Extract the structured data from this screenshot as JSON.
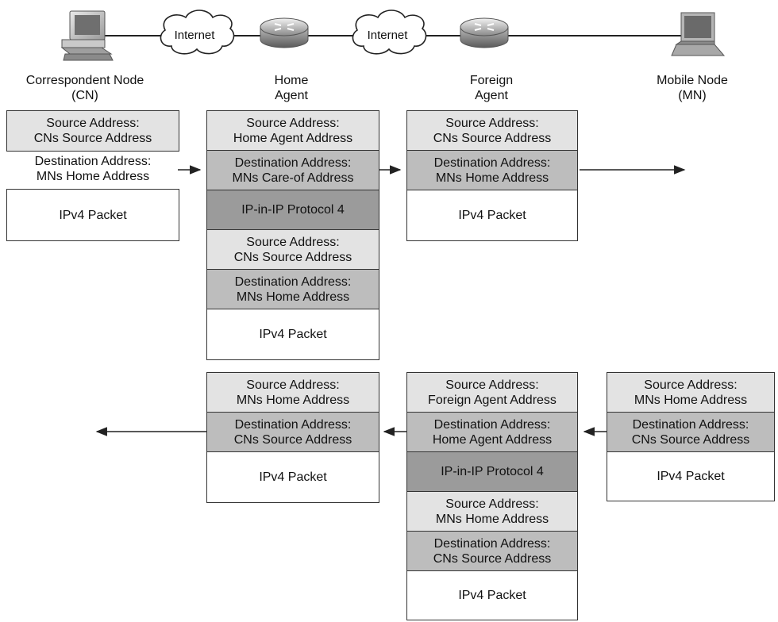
{
  "topology": {
    "clouds": [
      {
        "label": "Internet"
      },
      {
        "label": "Internet"
      }
    ],
    "nodes": [
      {
        "line1": "Correspondent Node",
        "line2": "(CN)",
        "icon": "desktop-computer-icon"
      },
      {
        "line1": "Home",
        "line2": "Agent",
        "icon": "router-icon"
      },
      {
        "line1": "Foreign",
        "line2": "Agent",
        "icon": "router-icon"
      },
      {
        "line1": "Mobile Node",
        "line2": "(MN)",
        "icon": "laptop-icon"
      }
    ]
  },
  "forward": {
    "cn_packet": {
      "source": {
        "line1": "Source Address:",
        "line2": "CNs Source Address"
      },
      "destination": {
        "line1": "Destination Address:",
        "line2": "MNs Home Address"
      },
      "payload": "IPv4 Packet"
    },
    "ha_packet": {
      "outer_source": {
        "line1": "Source Address:",
        "line2": "Home Agent Address"
      },
      "outer_destination": {
        "line1": "Destination Address:",
        "line2": "MNs Care-of Address"
      },
      "protocol": "IP-in-IP Protocol 4",
      "inner_source": {
        "line1": "Source Address:",
        "line2": "CNs Source Address"
      },
      "inner_destination": {
        "line1": "Destination Address:",
        "line2": "MNs Home Address"
      },
      "payload": "IPv4 Packet"
    },
    "fa_packet": {
      "source": {
        "line1": "Source Address:",
        "line2": "CNs Source Address"
      },
      "destination": {
        "line1": "Destination Address:",
        "line2": "MNs Home Address"
      },
      "payload": "IPv4 Packet"
    }
  },
  "reverse": {
    "ha_packet": {
      "source": {
        "line1": "Source Address:",
        "line2": "MNs Home Address"
      },
      "destination": {
        "line1": "Destination Address:",
        "line2": "CNs Source Address"
      },
      "payload": "IPv4 Packet"
    },
    "fa_packet": {
      "outer_source": {
        "line1": "Source Address:",
        "line2": "Foreign Agent Address"
      },
      "outer_destination": {
        "line1": "Destination Address:",
        "line2": "Home Agent Address"
      },
      "protocol": "IP-in-IP Protocol 4",
      "inner_source": {
        "line1": "Source Address:",
        "line2": "MNs Home Address"
      },
      "inner_destination": {
        "line1": "Destination Address:",
        "line2": "CNs Source Address"
      },
      "payload": "IPv4 Packet"
    },
    "mn_packet": {
      "source": {
        "line1": "Source Address:",
        "line2": "MNs Home Address"
      },
      "destination": {
        "line1": "Destination Address:",
        "line2": "CNs Source Address"
      },
      "payload": "IPv4 Packet"
    }
  },
  "colors": {
    "source_fill": "#e3e3e3",
    "destination_fill": "#bdbdbd",
    "protocol_fill": "#9b9b9b",
    "line": "#222222"
  }
}
